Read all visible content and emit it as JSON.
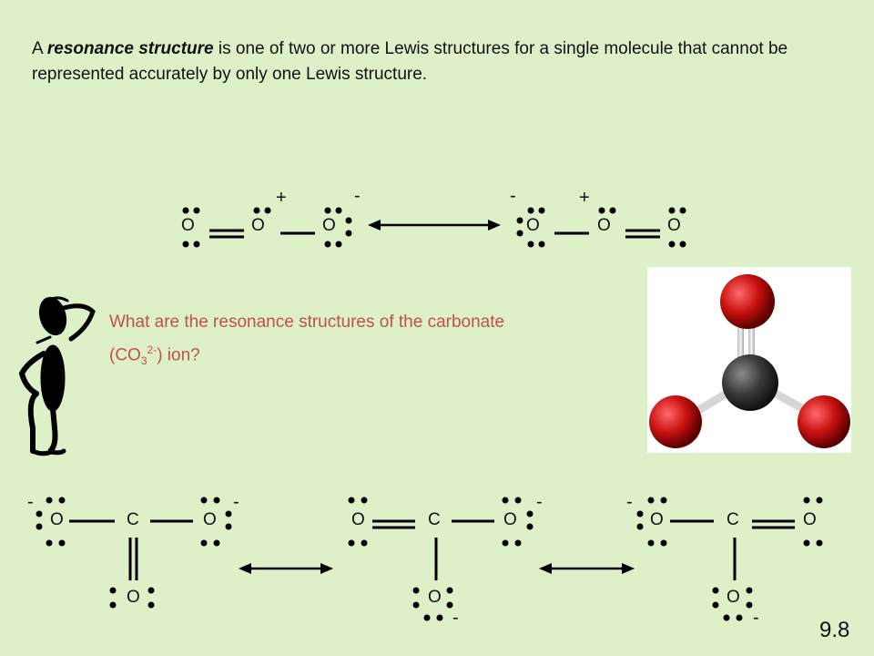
{
  "intro": {
    "prefix": "A ",
    "term": "resonance structure",
    "suffix": " is one of two or more Lewis structures for a single molecule that cannot be represented accurately by only one Lewis structure."
  },
  "ozone": {
    "left": {
      "atoms": [
        "O",
        "O",
        "O"
      ],
      "charges": [
        "+",
        "-"
      ]
    },
    "right": {
      "atoms": [
        "O",
        "O",
        "O"
      ],
      "charges": [
        "-",
        "+"
      ]
    }
  },
  "question": {
    "text_before": "What are the resonance structures of the carbonate (CO",
    "sub": "3",
    "sup": "2-",
    "text_after": ") ion?"
  },
  "carbonate": {
    "structures": [
      {
        "atoms": [
          "O",
          "C",
          "O",
          "O"
        ],
        "charges": [
          "-",
          "-"
        ]
      },
      {
        "atoms": [
          "O",
          "C",
          "O",
          "O"
        ],
        "charges": [
          "-",
          "-"
        ]
      },
      {
        "atoms": [
          "O",
          "C",
          "O",
          "O"
        ],
        "charges": [
          "-",
          "-"
        ]
      }
    ]
  },
  "slide_number": "9.8",
  "colors": {
    "background": "#ddf0c8",
    "question_text": "#c0504d",
    "oxygen_ball": "#c81010",
    "carbon_ball": "#3a3a3a"
  },
  "icons": [
    "thinking-figure-icon",
    "double-headed-arrow-icon",
    "carbonate-ball-and-stick-model"
  ]
}
